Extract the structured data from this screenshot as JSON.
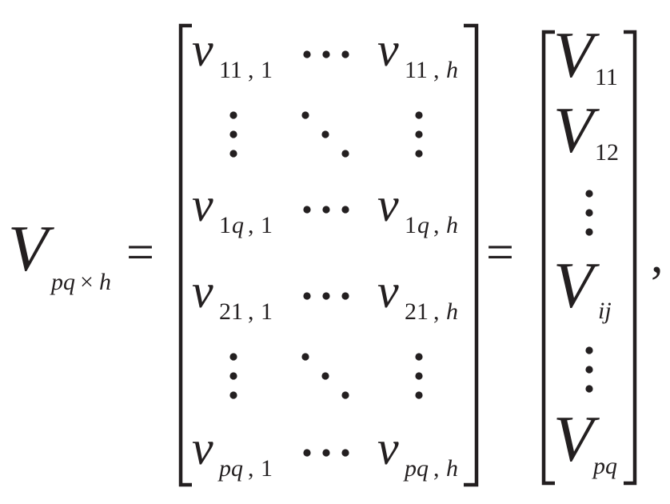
{
  "lhs": {
    "symbol": "V",
    "subscript_pq": "pq",
    "subscript_times": "×",
    "subscript_h": "h"
  },
  "equals": "=",
  "matrix": {
    "symbol": "v",
    "rows": [
      {
        "left_sub_main": "11",
        "left_sub_comma": ",",
        "left_sub_col": "1",
        "right_sub_main": "11",
        "right_sub_comma": ",",
        "right_sub_col": "h"
      },
      {
        "left_sub_main_upright": "1",
        "left_sub_main_italic": "q",
        "left_sub_comma": ",",
        "left_sub_col": "1",
        "right_sub_main_upright": "1",
        "right_sub_main_italic": "q",
        "right_sub_comma": ",",
        "right_sub_col": "h"
      },
      {
        "left_sub_main": "21",
        "left_sub_comma": ",",
        "left_sub_col": "1",
        "right_sub_main": "21",
        "right_sub_comma": ",",
        "right_sub_col": "h"
      },
      {
        "left_sub_main": "pq",
        "left_sub_comma": ",",
        "left_sub_col": "1",
        "right_sub_main": "pq",
        "right_sub_comma": ",",
        "right_sub_col": "h"
      }
    ]
  },
  "vector": {
    "symbol": "V",
    "entries": [
      "11",
      "12",
      "ij",
      "pq"
    ]
  },
  "trailing_comma": ","
}
